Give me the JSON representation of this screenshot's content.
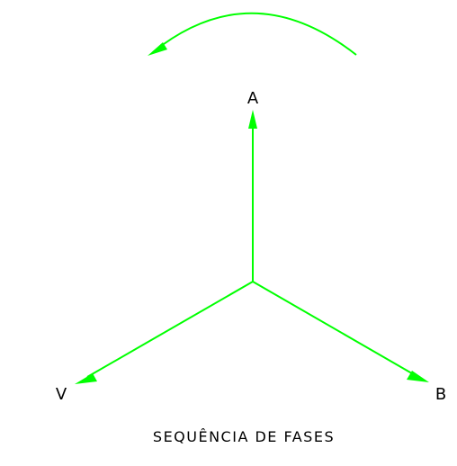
{
  "diagram": {
    "caption": "SEQUÊNCIA DE FASES",
    "phases": {
      "a": "A",
      "b": "B",
      "v": "V"
    },
    "colors": {
      "vector": "#00ff00",
      "text": "#000000",
      "background": "#ffffff"
    },
    "rotation_direction": "counter-clockwise"
  }
}
